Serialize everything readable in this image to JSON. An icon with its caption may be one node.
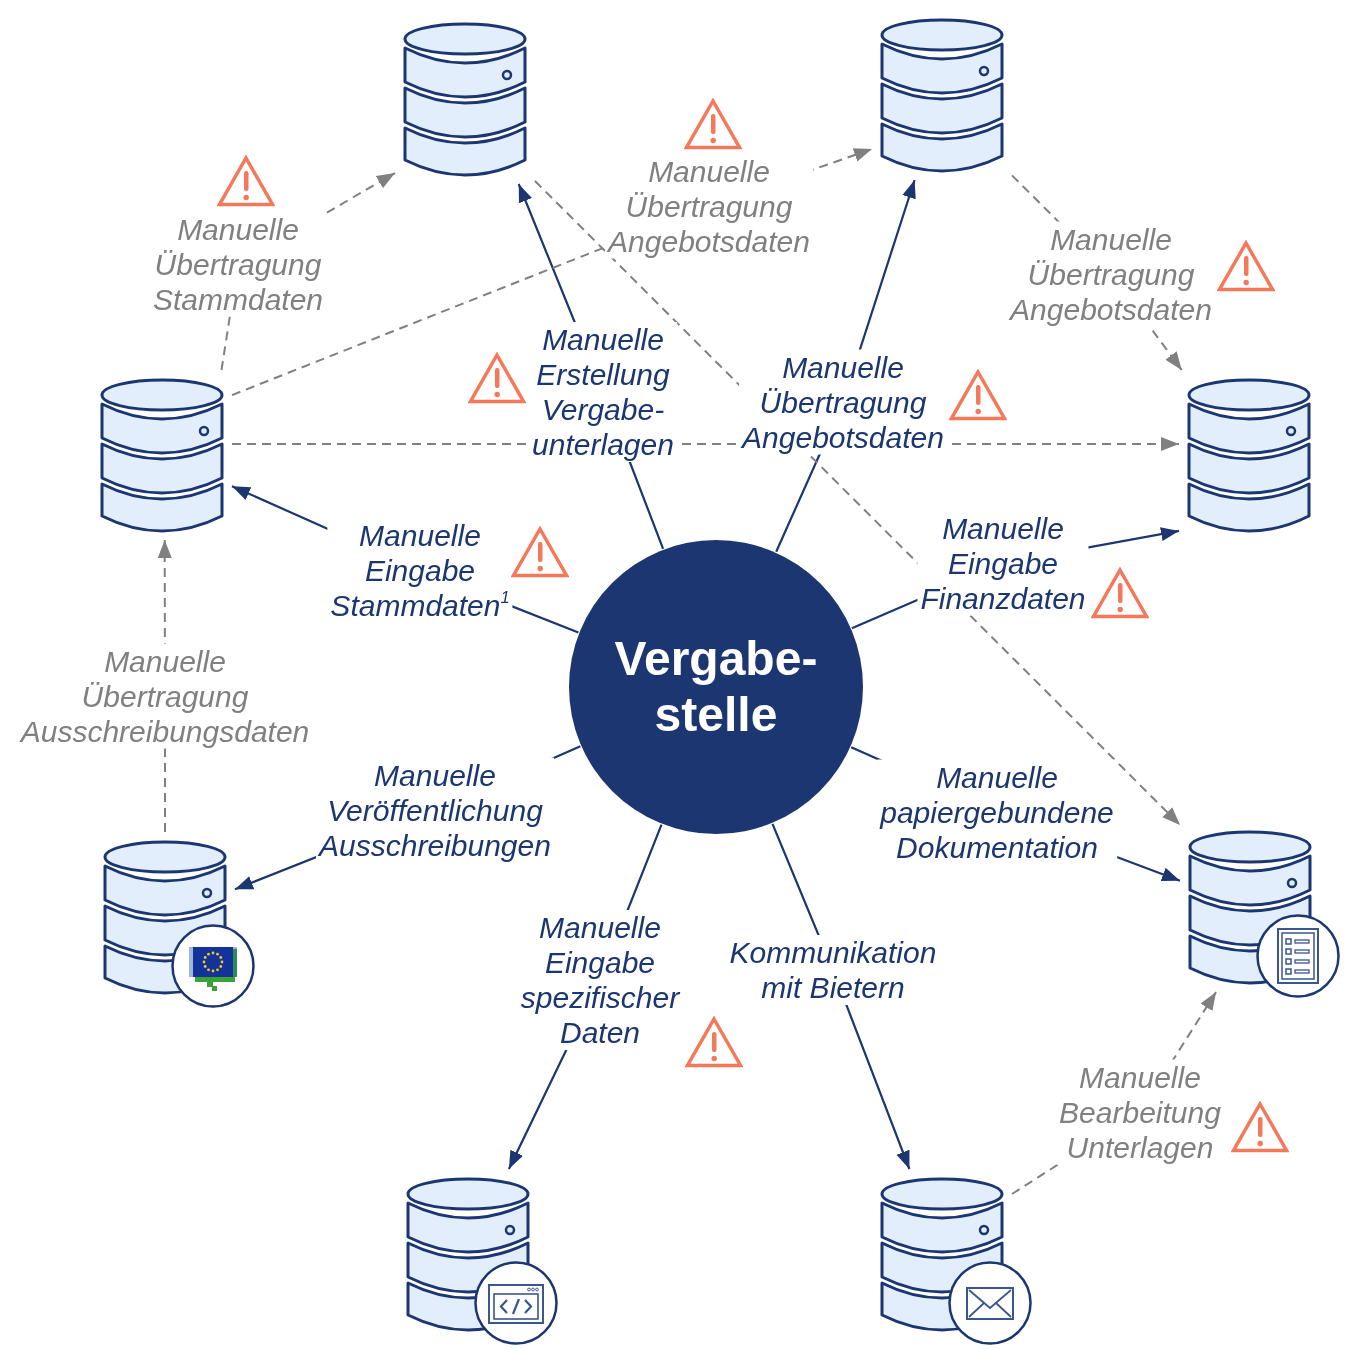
{
  "diagram": {
    "nodes": [
      {
        "text": [],
        "shape": "cylinder"
      },
      {
        "text": [],
        "shape": "cylinder"
      },
      {
        "text": [],
        "shape": "cylinder"
      },
      {
        "text": [],
        "shape": "cylinder"
      },
      {
        "text": [
          "Vergabe- stelle"
        ]
      },
      {
        "text": [],
        "shape": "cylinder"
      },
      {
        "text": [],
        "shape": "cylinder"
      },
      {
        "text": [],
        "shape": "cylinder"
      },
      {
        "text": [],
        "shape": "cylinder"
      }
    ],
    "edges": [
      {
        "from": 4,
        "to": 2,
        "arrow": "to",
        "label": "Manuelle Eingabe Stammdaten$^{1}$"
      },
      {
        "from": 4,
        "to": 0,
        "arrow": "to",
        "label": "Manuelle Erstellung Vergabe- unterlagen"
      },
      {
        "from": 4,
        "to": 1,
        "arrow": "to",
        "label": "Manuelle Übertragung Angebotsdaten"
      },
      {
        "from": 4,
        "to": 3,
        "arrow": "to",
        "label": "Manuelle Eingabe Finanzdaten"
      },
      {
        "from": 4,
        "to": 6,
        "arrow": "to",
        "label": "Manuelle papiergebundene Dokumentation"
      },
      {
        "from": 4,
        "to": 8,
        "arrow": "to",
        "label": "Kommunikation mit Bietern"
      },
      {
        "from": 4,
        "to": 7,
        "arrow": "to",
        "label": "Manuelle Eingabe spezifischer Daten"
      },
      {
        "from": 4,
        "to": 5,
        "arrow": "to",
        "label": "Manuelle Veröffentlichung Ausschreibungen"
      },
      {
        "from": 2,
        "to": 0,
        "arrow": "to",
        "label": "Manuelle Übertragung Stammdaten",
        "style": "dashed",
        "color": "#808080"
      },
      {
        "from": 2,
        "to": 1,
        "arrow": "to",
        "label": "Manuelle Übertragung Angebotsdaten",
        "style": "dashed",
        "color": "#808080"
      },
      {
        "from": 1,
        "to": 3,
        "arrow": "to",
        "label": "Manuelle Übertragung Angebotsdaten",
        "style": "dashed",
        "color": "#808080"
      },
      {
        "from": 2,
        "to": 3,
        "arrow": "to",
        "style": "dashed",
        "color": "#808080"
      },
      {
        "from": 0,
        "to": 6,
        "arrow": "to",
        "style": "dashed",
        "color": "#808080"
      },
      {
        "from": 5,
        "to": 2,
        "arrow": "to",
        "label": "Manuelle Übertragung Ausschreibungsdaten",
        "style": "dashed",
        "color": "#808080"
      },
      {
        "from": 8,
        "to": 6,
        "arrow": "to",
        "label": "Manuelle Bearbeitung Unterlagen",
        "style": "dashed",
        "color": "#808080"
      }
    ]
  }
}
